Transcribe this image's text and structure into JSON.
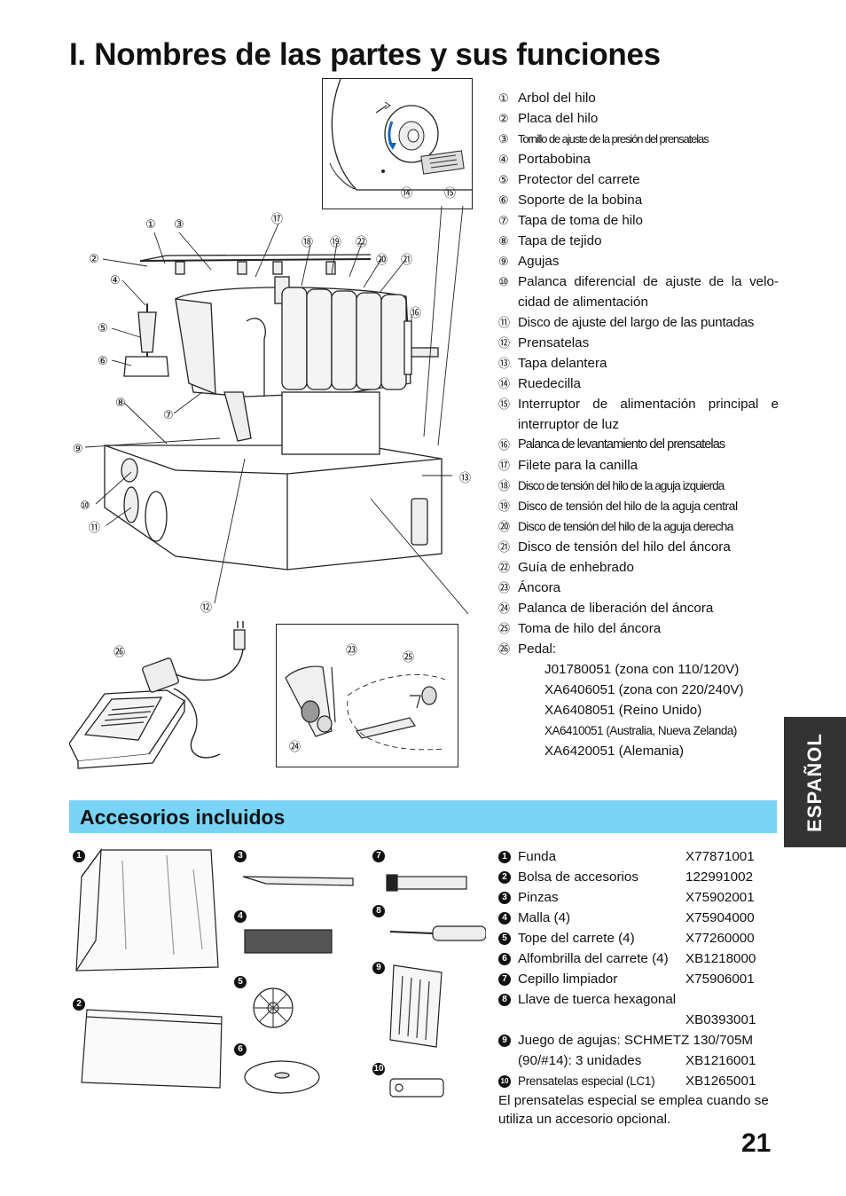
{
  "page_title": "I. Nombres de las partes y sus funciones",
  "diagram_callouts": [
    "①",
    "②",
    "③",
    "④",
    "⑤",
    "⑥",
    "⑦",
    "⑧",
    "⑨",
    "⑩",
    "⑪",
    "⑫",
    "⑬",
    "⑭",
    "⑮",
    "⑯",
    "⑰",
    "⑱",
    "⑲",
    "⑳",
    "㉑",
    "㉒",
    "㉓",
    "㉔",
    "㉕",
    "㉖"
  ],
  "parts": [
    {
      "n": "①",
      "t": "Arbol del hilo"
    },
    {
      "n": "②",
      "t": "Placa del hilo"
    },
    {
      "n": "③",
      "t": "Tornillo de ajuste de la presión del prensatelas"
    },
    {
      "n": "④",
      "t": "Portabobina"
    },
    {
      "n": "⑤",
      "t": "Protector del carrete"
    },
    {
      "n": "⑥",
      "t": "Soporte de la bobina"
    },
    {
      "n": "⑦",
      "t": "Tapa de toma de hilo"
    },
    {
      "n": "⑧",
      "t": "Tapa de tejido"
    },
    {
      "n": "⑨",
      "t": "Agujas"
    },
    {
      "n": "⑩",
      "t": "Palanca diferencial de ajuste de la velo-cidad de alimentación"
    },
    {
      "n": "⑪",
      "t": "Disco de ajuste del largo de las puntadas"
    },
    {
      "n": "⑫",
      "t": "Prensatelas"
    },
    {
      "n": "⑬",
      "t": "Tapa delantera"
    },
    {
      "n": "⑭",
      "t": "Ruedecilla"
    },
    {
      "n": "⑮",
      "t": "Interruptor de alimentación principal e interruptor de luz"
    },
    {
      "n": "⑯",
      "t": "Palanca de levantamiento del prensatelas"
    },
    {
      "n": "⑰",
      "t": "Filete para la canilla"
    },
    {
      "n": "⑱",
      "t": "Disco de tensión del hilo de la aguja izquierda"
    },
    {
      "n": "⑲",
      "t": "Disco de tensión del hilo de la aguja central"
    },
    {
      "n": "⑳",
      "t": "Disco de tensión del hilo de la aguja derecha"
    },
    {
      "n": "㉑",
      "t": "Disco de tensión del hilo del áncora"
    },
    {
      "n": "㉒",
      "t": "Guía de enhebrado"
    },
    {
      "n": "㉓",
      "t": "Áncora"
    },
    {
      "n": "㉔",
      "t": "Palanca de liberación del áncora"
    },
    {
      "n": "㉕",
      "t": "Toma de hilo del áncora"
    },
    {
      "n": "㉖",
      "t": "Pedal:"
    }
  ],
  "pedal_codes": [
    "J01780051 (zona con 110/120V)",
    "XA6406051 (zona con 220/240V)",
    "XA6408051 (Reino Unido)",
    "XA6410051 (Australia, Nueva Zelanda)",
    "XA6420051 (Alemania)"
  ],
  "side_tab": "ESPAÑOL",
  "accessories_heading": "Accesorios incluidos",
  "accessories": [
    {
      "n": "1",
      "label": "Funda",
      "code": "X77871001"
    },
    {
      "n": "2",
      "label": "Bolsa de accesorios",
      "code": "122991002"
    },
    {
      "n": "3",
      "label": "Pinzas",
      "code": "X75902001"
    },
    {
      "n": "4",
      "label": "Malla (4)",
      "code": "X75904000"
    },
    {
      "n": "5",
      "label": "Tope del carrete (4)",
      "code": "X77260000"
    },
    {
      "n": "6",
      "label": "Alfombrilla del carrete (4)",
      "code": "XB1218000"
    },
    {
      "n": "7",
      "label": "Cepillo limpiador",
      "code": "X75906001"
    },
    {
      "n": "8",
      "label": "Llave de tuerca hexagonal",
      "code": ""
    },
    {
      "n": "",
      "label": "",
      "code": "XB0393001"
    },
    {
      "n": "9",
      "label": "Juego de agujas:  SCHMETZ 130/705M",
      "code": ""
    },
    {
      "n": "",
      "label": "(90/#14): 3 unidades",
      "code": "XB1216001"
    },
    {
      "n": "10",
      "label": "Prensatelas especial (LC1)",
      "code": "XB1265001"
    }
  ],
  "accessories_note": "El prensatelas especial se emplea cuando se utiliza un accesorio opcional.",
  "page_number": "21"
}
